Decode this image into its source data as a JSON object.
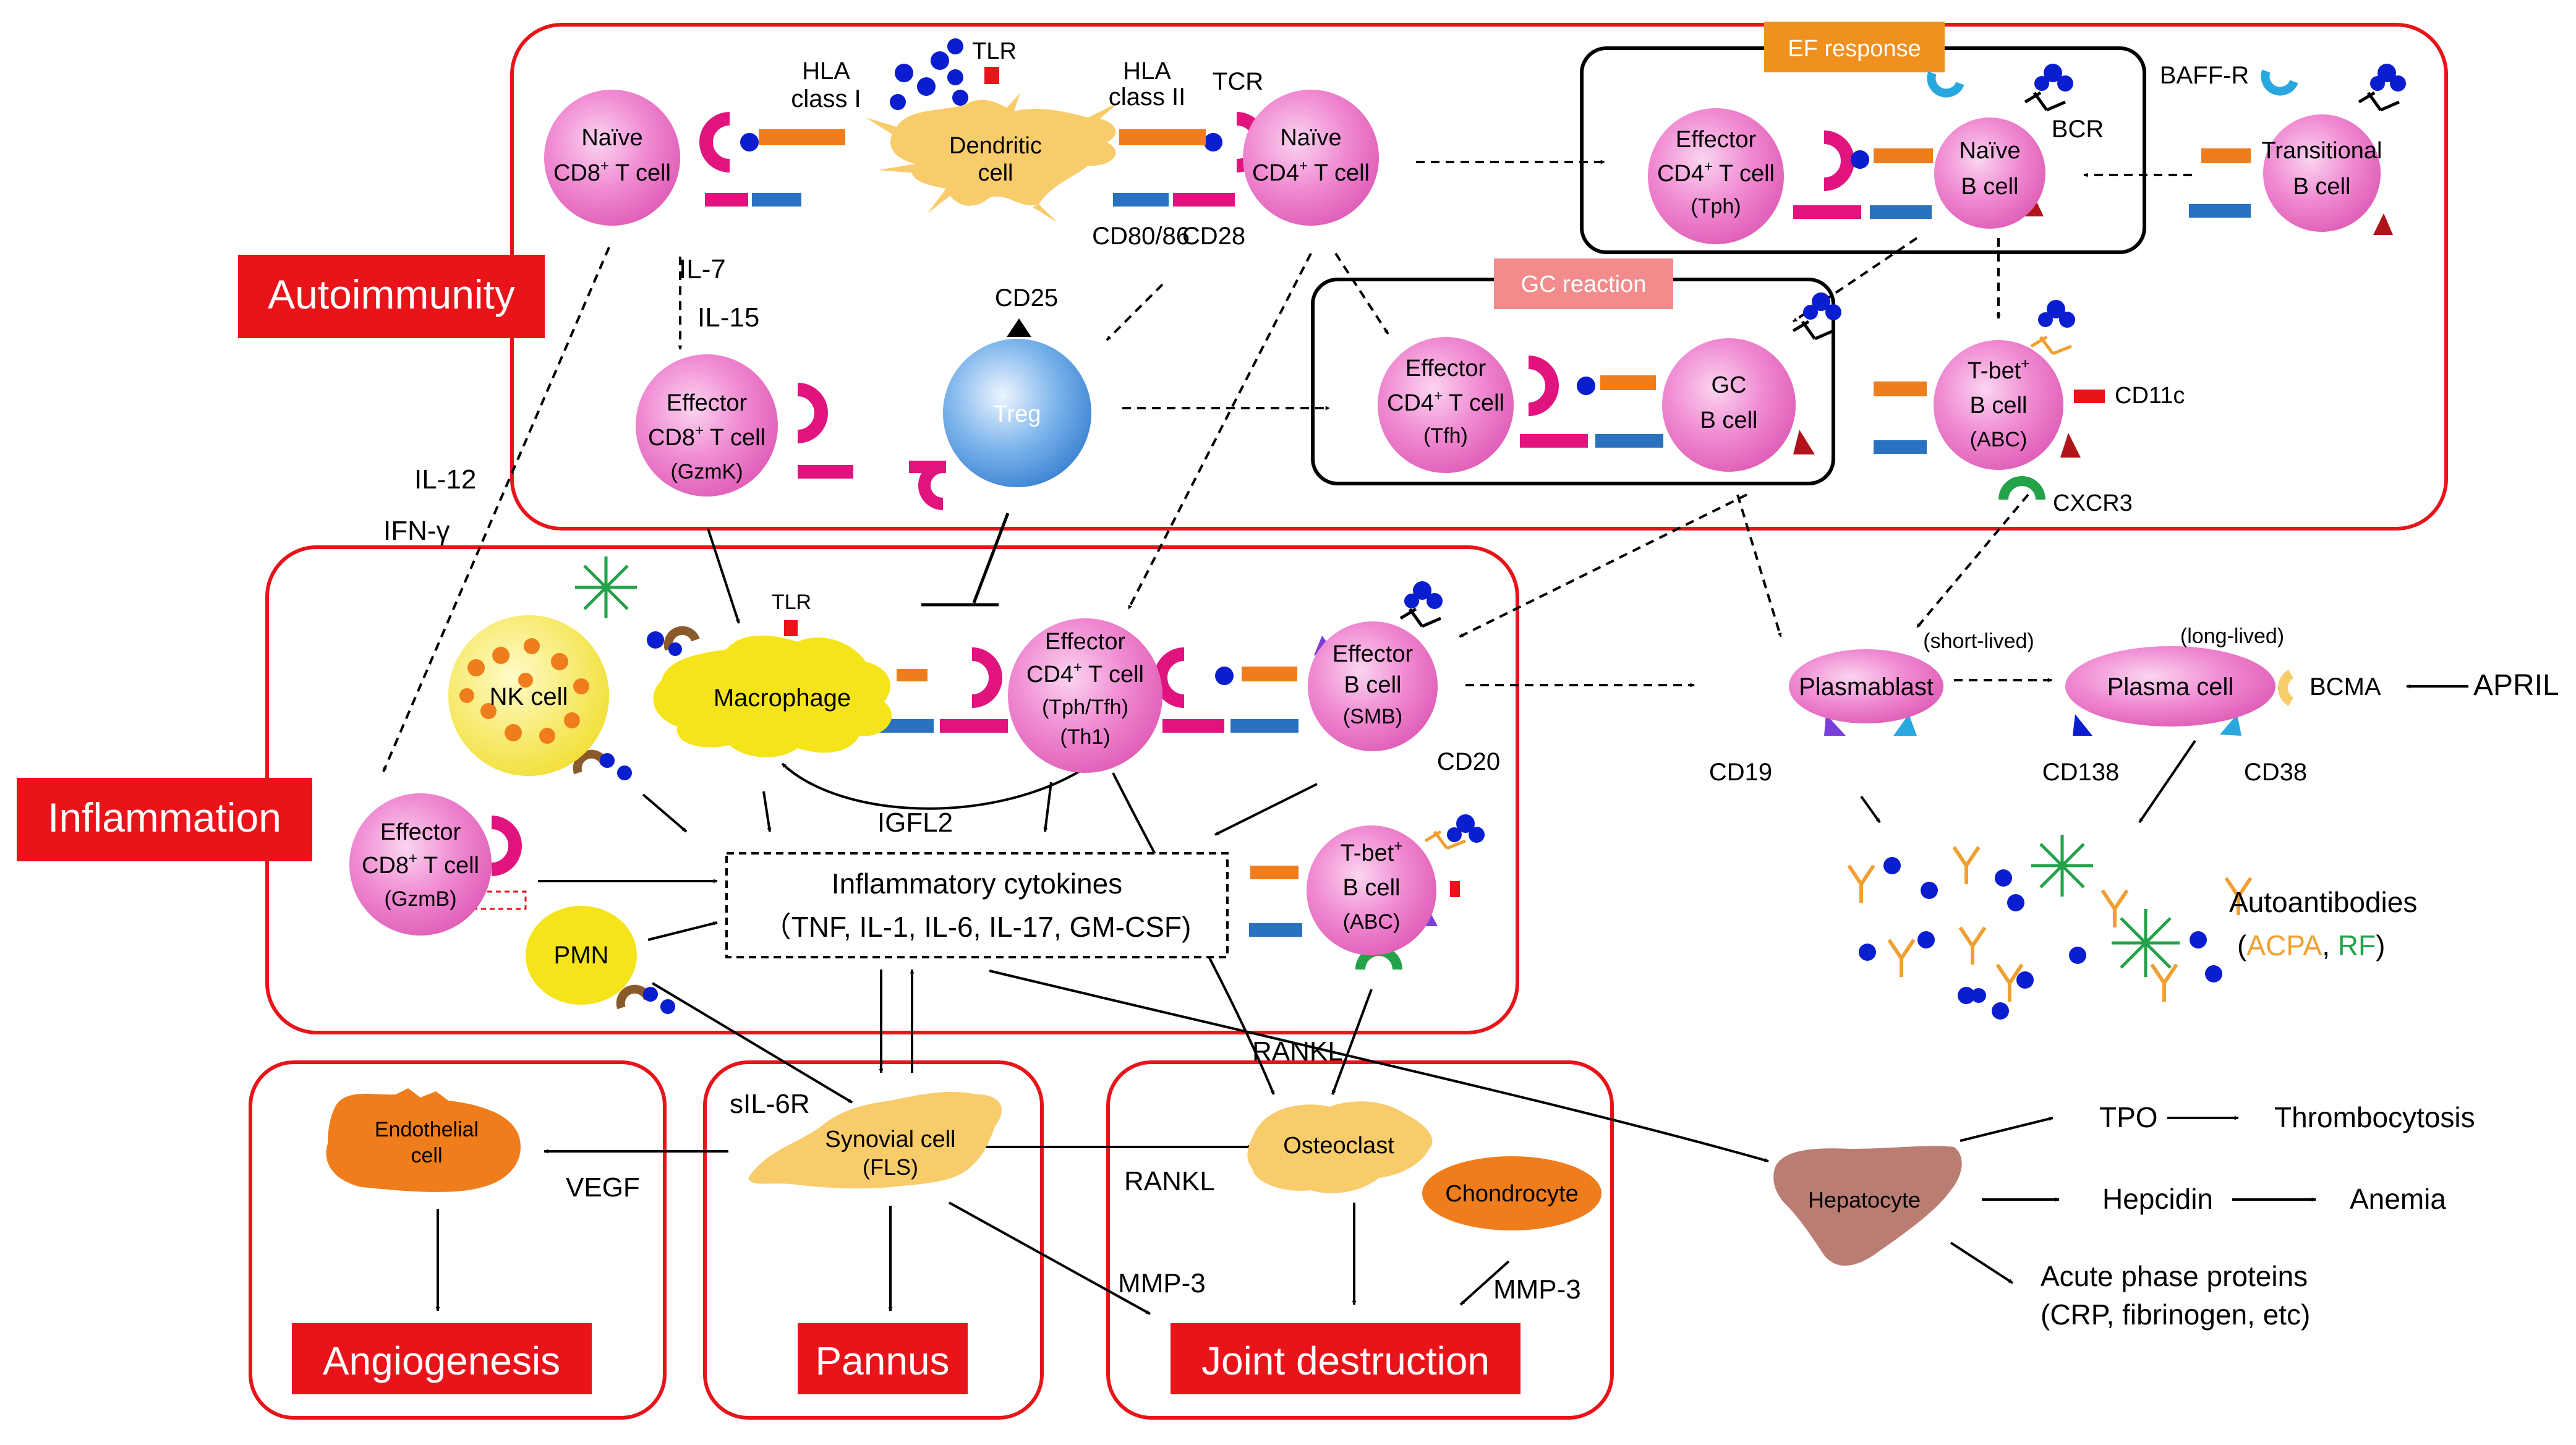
{
  "colors": {
    "red": "#e8141a",
    "pink": "#f08ad2",
    "magenta": "#e0137f",
    "orange": "#f07d1b",
    "blue": "#2a72c0",
    "navy": "#0a1ecf",
    "green": "#23a24a",
    "yellow": "#f5e41a",
    "tan": "#f8cc6a",
    "hepatocyte": "#b97d73",
    "banner_orange": "#f0901f",
    "banner_pink": "#f28b8b"
  },
  "sections": {
    "autoimmunity": "Autoimmunity",
    "inflammation": "Inflammation",
    "angiogenesis": "Angiogenesis",
    "pannus": "Pannus",
    "joint_destruction": "Joint destruction"
  },
  "banners": {
    "ef": "EF response",
    "gc": "GC reaction"
  },
  "cells": {
    "naive_cd8": [
      "Naïve",
      "CD8",
      "+",
      " T cell"
    ],
    "dendritic": [
      "Dendritic",
      "cell"
    ],
    "naive_cd4": [
      "Naïve",
      "CD4",
      "+",
      " T cell"
    ],
    "tph_eff": [
      "Effector",
      "CD4",
      "+",
      " T cell",
      "(Tph)"
    ],
    "naive_b": [
      "Naïve",
      "B cell"
    ],
    "transitional_b": [
      "Transitional",
      "B cell"
    ],
    "cd8_gzmk": [
      "Effector",
      "CD8",
      "+",
      " T cell",
      "(GzmK)"
    ],
    "treg": "Treg",
    "tfh_eff": [
      "Effector",
      "CD4",
      "+",
      " T cell",
      "(Tfh)"
    ],
    "gc_b": [
      "GC",
      "B cell"
    ],
    "tbet_top": [
      "T-bet",
      "+",
      "B cell",
      "(ABC)"
    ],
    "nk": "NK cell",
    "macrophage": "Macrophage",
    "cd4_inflam": [
      "Effector",
      "CD4",
      "+",
      " T cell",
      "(Tph/Tfh)",
      "(Th1)"
    ],
    "b_smb": [
      "Effector",
      "B cell",
      "(SMB)"
    ],
    "cd8_gzmb": [
      "Effector",
      "CD8",
      "+",
      " T cell",
      "(GzmB)"
    ],
    "pmn": "PMN",
    "tbet_inflam": [
      "T-bet",
      "+",
      "B cell",
      "(ABC)"
    ],
    "plasmablast": "Plasmablast",
    "plasma_cell": "Plasma cell",
    "endothelial": [
      "Endothelial",
      "cell"
    ],
    "synovial": [
      "Synovial cell",
      "(FLS)"
    ],
    "osteoclast": "Osteoclast",
    "chondrocyte": "Chondrocyte",
    "hepatocyte": "Hepatocyte"
  },
  "labels": {
    "hla1": [
      "HLA",
      "class I"
    ],
    "tlr_top": "TLR",
    "hla2": [
      "HLA",
      "class II"
    ],
    "tcr": "TCR",
    "cd80": "CD80/86",
    "cd28": "CD28",
    "il7": "IL-7",
    "il15": "IL-15",
    "cd25": "CD25",
    "baffr": "BAFF-R",
    "bcr": "BCR",
    "cd11c": "CD11c",
    "cxcr3": "CXCR3",
    "il12": "IL-12",
    "ifng": "IFN-γ",
    "tlr_mac": "TLR",
    "short_lived": "(short-lived)",
    "long_lived": "(long-lived)",
    "bcma": "BCMA",
    "april": "APRIL",
    "cd19": "CD19",
    "cd138": "CD138",
    "cd38": "CD38",
    "cd20": "CD20",
    "igfl2": "IGFL2",
    "cytokines_title": "Inflammatory cytokines",
    "cytokines_list": "（TNF, IL-1, IL-6, IL-17, GM-CSF)",
    "autoantibodies": "Autoantibodies",
    "paren_open": "(",
    "acpa": "ACPA",
    "comma": ", ",
    "rf": "RF",
    "paren_close": ")",
    "rankl_inflam": "RANKL",
    "sil6r": "sIL-6R",
    "vegf": "VEGF",
    "rankl_joint": "RANKL",
    "mmp3_syn": "MMP-3",
    "mmp3_chon": "MMP-3",
    "tpo": "TPO",
    "thrombocytosis": "Thrombocytosis",
    "hepcidin": "Hepcidin",
    "anemia": "Anemia",
    "acute_phase": "Acute phase proteins",
    "acute_phase_examples": "(CRP, fibrinogen, etc)"
  }
}
